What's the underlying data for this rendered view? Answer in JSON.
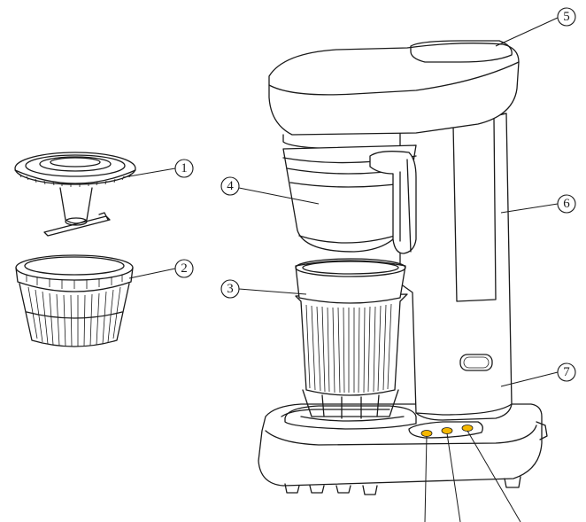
{
  "callouts": [
    {
      "id": "1",
      "label": "1"
    },
    {
      "id": "2",
      "label": "2"
    },
    {
      "id": "3",
      "label": "3"
    },
    {
      "id": "4",
      "label": "4"
    },
    {
      "id": "5",
      "label": "5"
    },
    {
      "id": "6",
      "label": "6"
    },
    {
      "id": "7",
      "label": "7"
    }
  ],
  "colors": {
    "line": "#1a1a1a",
    "background": "#ffffff",
    "button_indicator": "#f5b800"
  },
  "buttons": [
    {
      "name": "control-button-1"
    },
    {
      "name": "control-button-2"
    },
    {
      "name": "control-button-3"
    }
  ]
}
